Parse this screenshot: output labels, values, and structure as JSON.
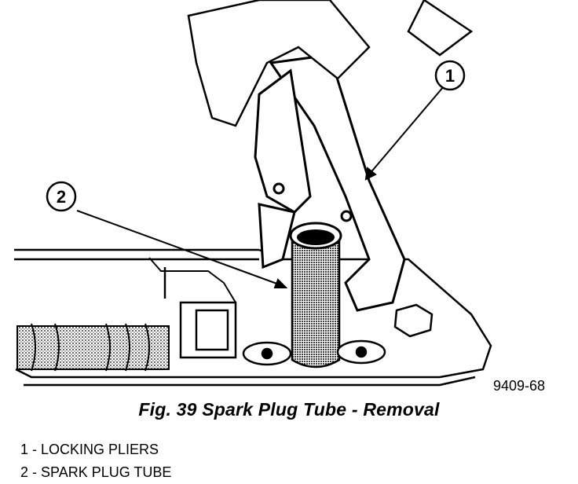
{
  "figure": {
    "caption": "Fig. 39 Spark Plug Tube - Removal",
    "figure_id": "9409-68",
    "callouts": [
      "1",
      "2"
    ]
  },
  "legend": [
    {
      "num": "1",
      "label": "LOCKING PLIERS"
    },
    {
      "num": "2",
      "label": "SPARK PLUG TUBE"
    }
  ]
}
